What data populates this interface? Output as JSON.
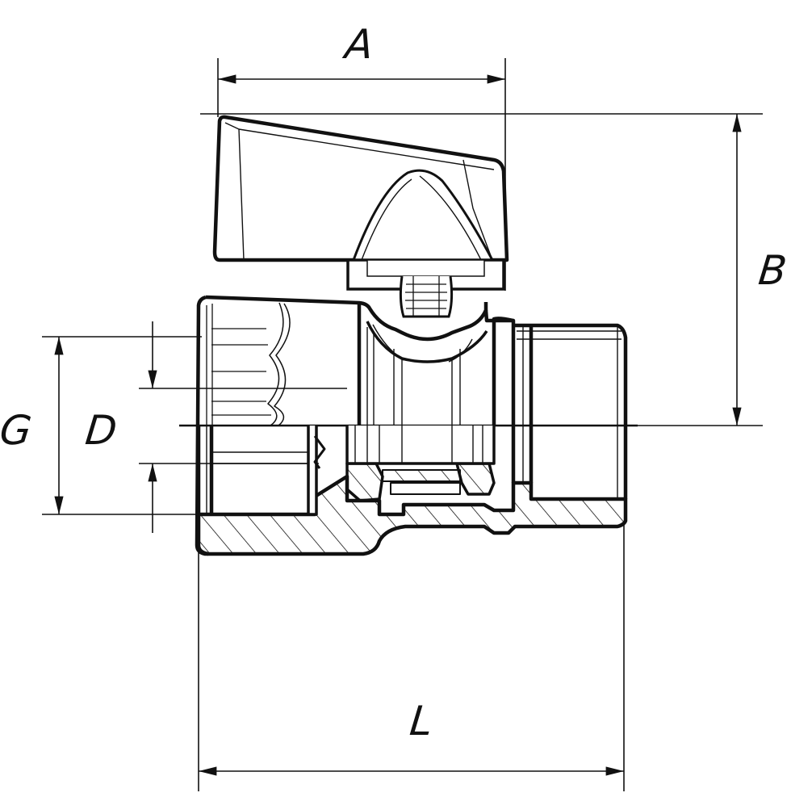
{
  "dimensions": {
    "a": "A",
    "b": "B",
    "g": "G",
    "d": "D",
    "l": "L"
  },
  "colors": {
    "line": "#111111",
    "background": "#ffffff"
  }
}
